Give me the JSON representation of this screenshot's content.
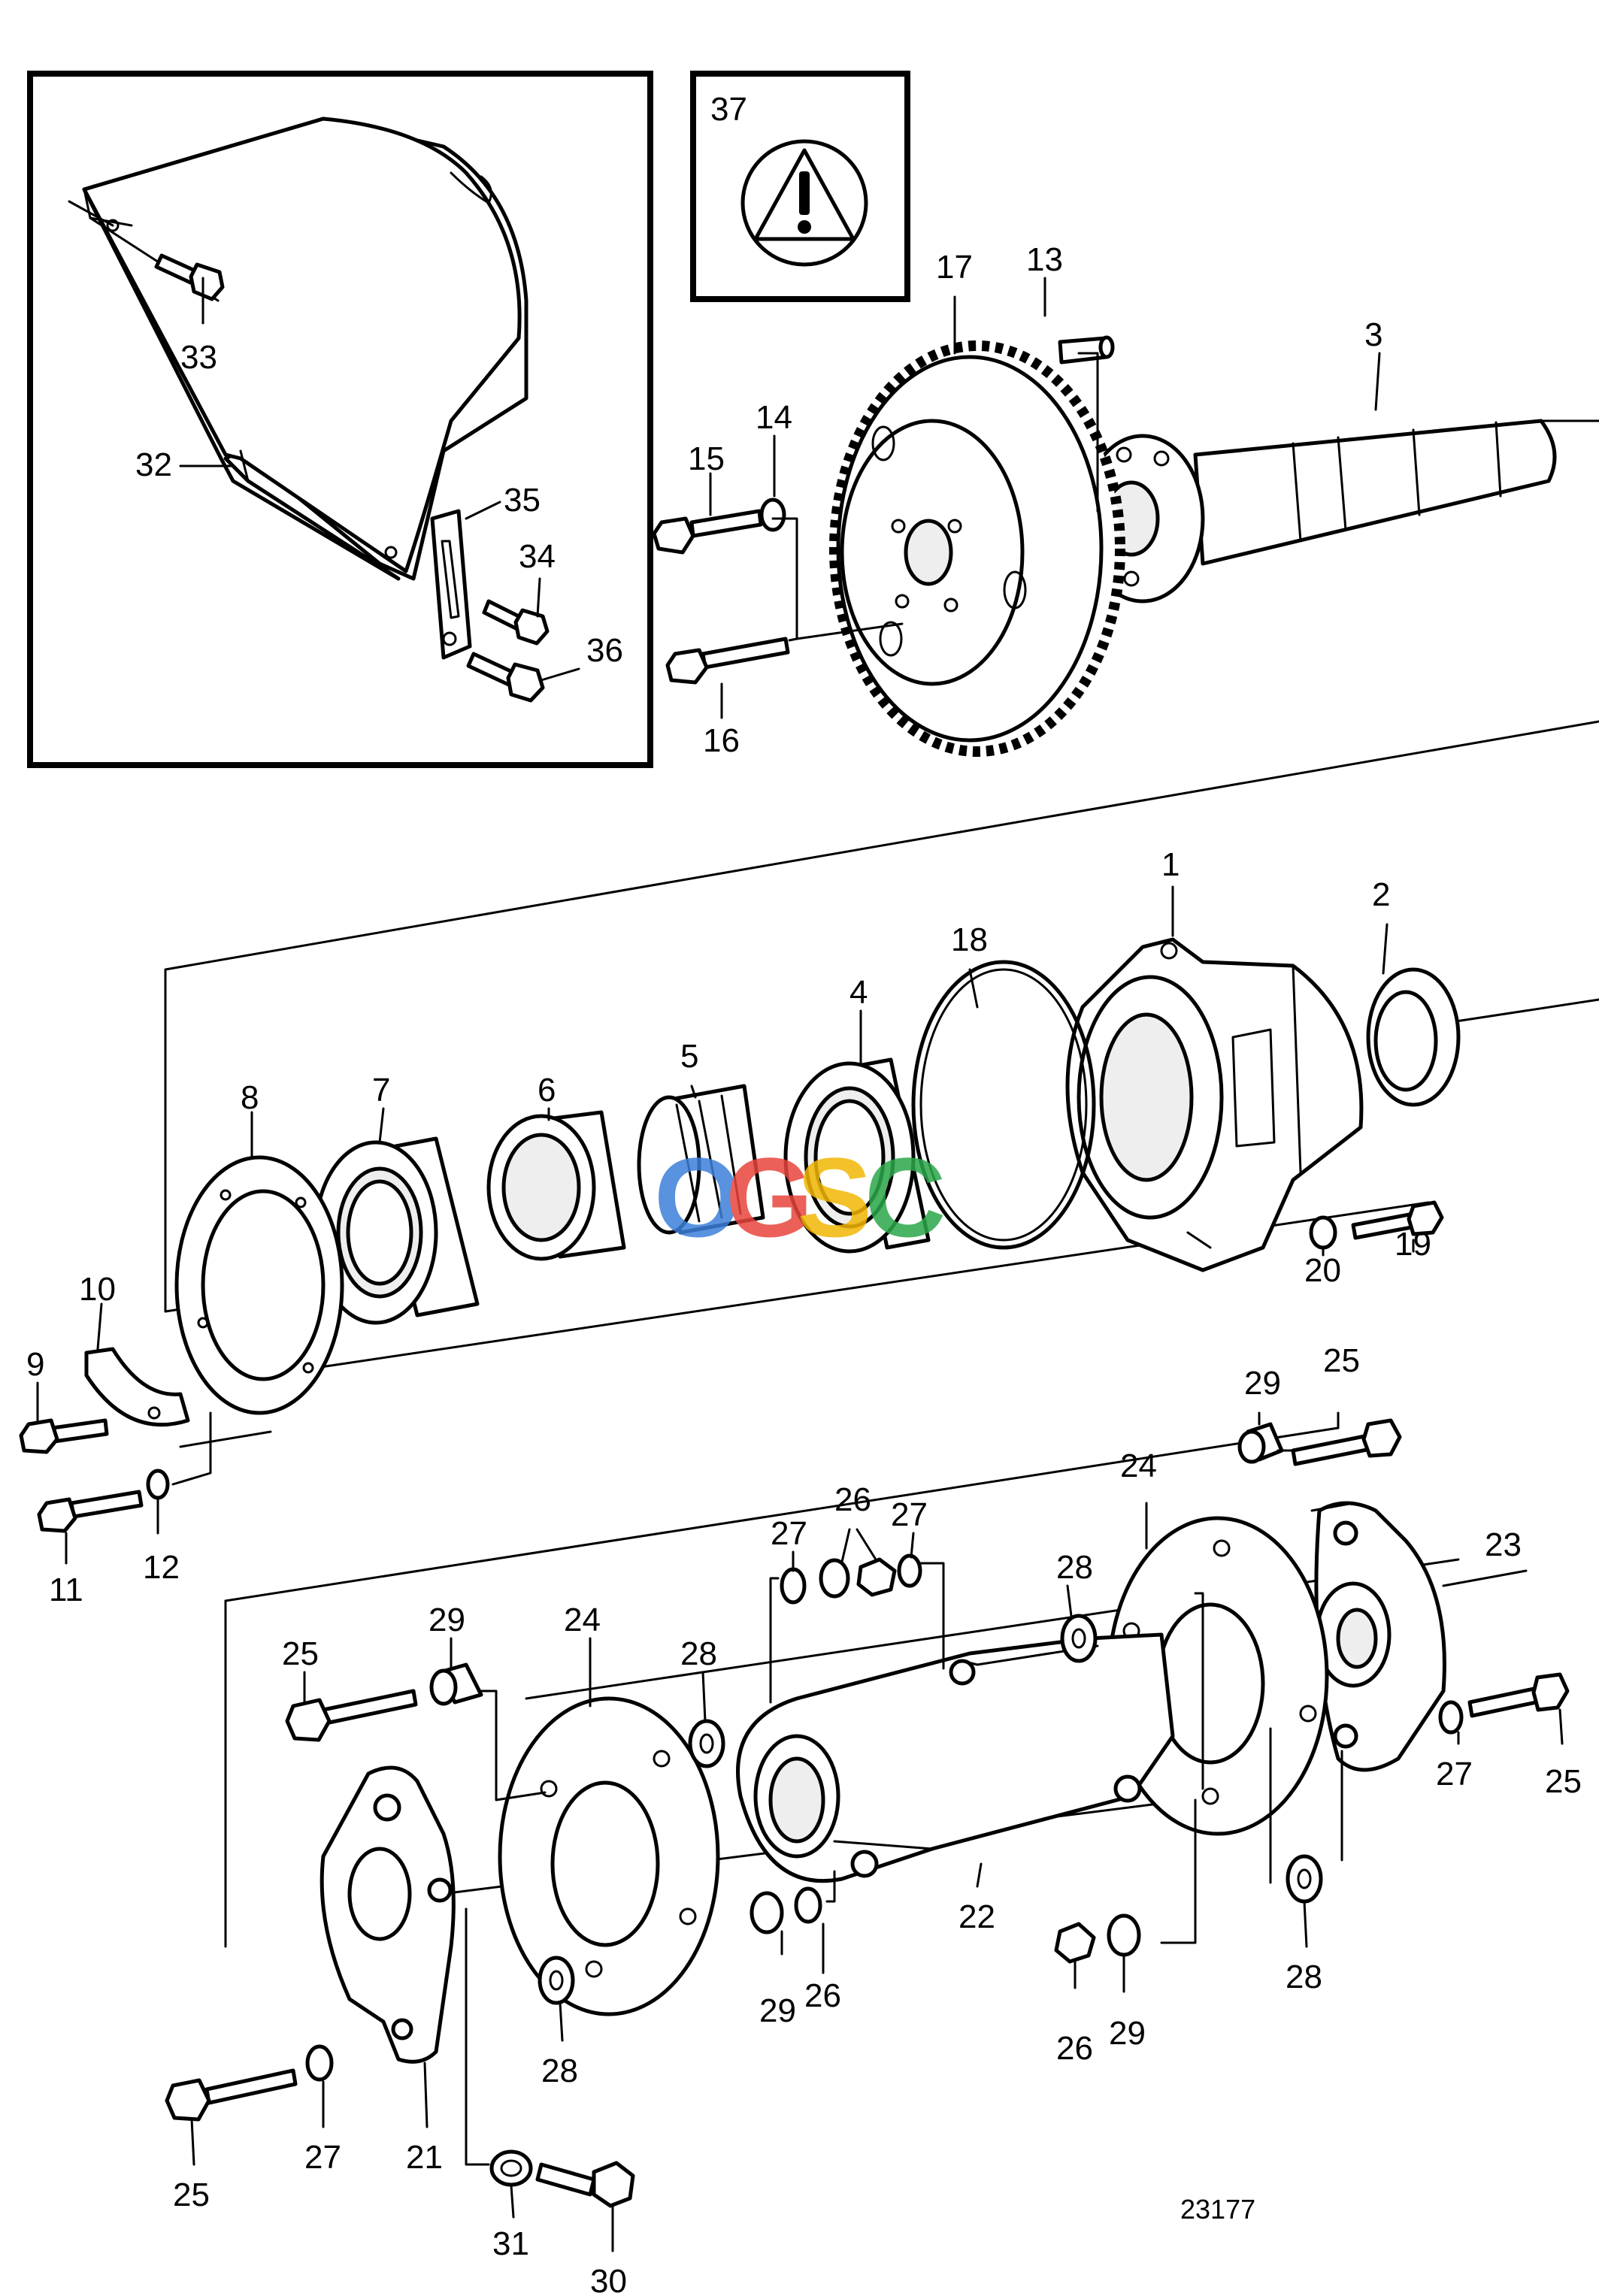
{
  "figure_ref": "23177",
  "warning_symbol": "warning-triangle-icon",
  "watermark": {
    "letters": [
      "O",
      "G",
      "S",
      "C"
    ],
    "colors": [
      "#3d7fd9",
      "#e8453c",
      "#f2b705",
      "#2ba84a"
    ]
  },
  "labels": {
    "l1": "1",
    "l2": "2",
    "l3": "3",
    "l4": "4",
    "l5": "5",
    "l6": "6",
    "l7": "7",
    "l8": "8",
    "l9": "9",
    "l10": "10",
    "l11": "11",
    "l12": "12",
    "l13": "13",
    "l14": "14",
    "l15": "15",
    "l16": "16",
    "l17": "17",
    "l18": "18",
    "l19": "19",
    "l20": "20",
    "l21": "21",
    "l22": "22",
    "l23": "23",
    "l24a": "24",
    "l24b": "24",
    "l25a": "25",
    "l25b": "25",
    "l25c": "25",
    "l25d": "25",
    "l26a": "26",
    "l26b": "26",
    "l26c": "26",
    "l27a": "27",
    "l27b": "27",
    "l27c": "27",
    "l27d": "27",
    "l28a": "28",
    "l28b": "28",
    "l28c": "28",
    "l28d": "28",
    "l29a": "29",
    "l29b": "29",
    "l29c": "29",
    "l29d": "29",
    "l30": "30",
    "l31": "31",
    "l32": "32",
    "l33": "33",
    "l34": "34",
    "l35": "35",
    "l36": "36",
    "l37": "37"
  }
}
